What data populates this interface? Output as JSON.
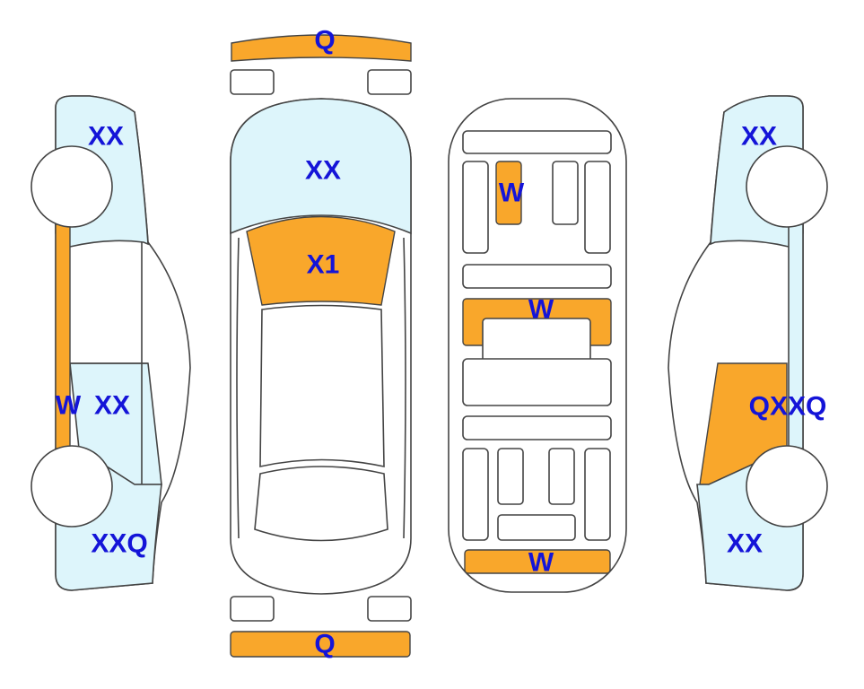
{
  "colors": {
    "damaged": "#F9A72B",
    "panel": "#DDF5FB",
    "label": "#1414D8"
  },
  "labels": {
    "front_bumper": "Q",
    "hood": "XX",
    "windshield": "X1",
    "rear_bumper": "Q",
    "left_front_fender": "XX",
    "left_rocker": "W",
    "left_rear_door": "XX",
    "left_rear_quarter": "XXQ",
    "interior_front_seat": "W",
    "interior_middle": "W",
    "interior_trunk": "W",
    "right_front_fender": "XX",
    "right_rear_door": "QXXQ",
    "right_rear_quarter": "XX"
  }
}
